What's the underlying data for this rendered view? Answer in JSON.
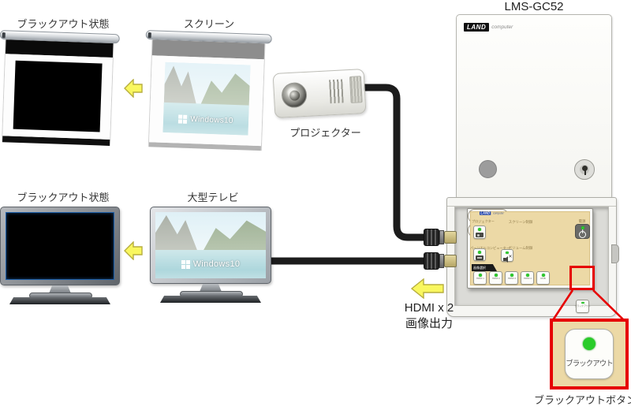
{
  "labels": {
    "blackout_state": "ブラックアウト状態",
    "screen": "スクリーン",
    "big_tv": "大型テレビ",
    "projector": "プロジェクター"
  },
  "windows": {
    "text": "Windows10"
  },
  "device": {
    "title": "LMS-GC52",
    "brand": "LAND",
    "brand_sub": "computer"
  },
  "hdmi_note": {
    "line1": "HDMI x 2",
    "line2": "画像出力"
  },
  "panel": {
    "brand": "LAND",
    "brand_sub": "computer",
    "projector_label": "プロジェクター",
    "screen_control_label": "スクリーン制御",
    "power_label": "電源",
    "pc_label": "パーソナルコンピューター",
    "volume_control_label": "ボリューム制御",
    "source_select_label": "画像選択",
    "sources": [
      "HDMI 1",
      "HDMI 2",
      "HDMI 3",
      "HDMI 4",
      "RGB"
    ],
    "blackout_label": "ブラックアウト",
    "symbols": {
      "down": "▼",
      "up": "▲",
      "minus": "−",
      "plus": "+"
    }
  },
  "magnifier": {
    "button_label": "ブラックアウト",
    "caption": "ブラックアウトボタン"
  },
  "colors": {
    "highlight_red": "#e60000",
    "led_green": "#2ec82e",
    "panel_beige": "#ecd9a6",
    "arrow_yellow": "#f9f75f"
  }
}
